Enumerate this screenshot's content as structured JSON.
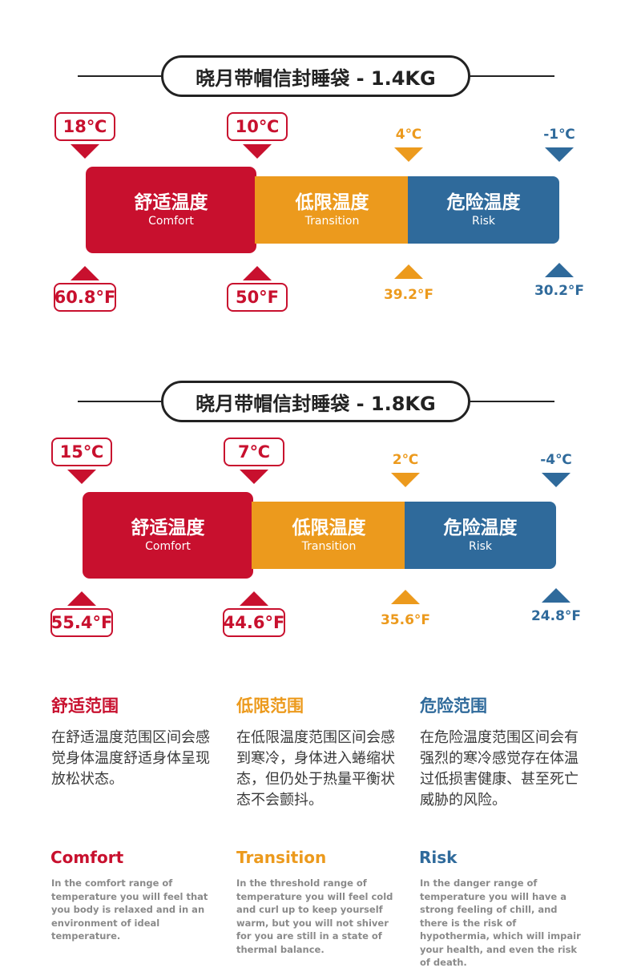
{
  "colors": {
    "comfort": "#c8102e",
    "transition": "#ec9a1d",
    "risk": "#2f6a9b",
    "dark": "#222222"
  },
  "charts": [
    {
      "title": "晓月带帽信封睡袋 - 1.4KG",
      "comfort_c": "18℃",
      "transition_c": "10℃",
      "risk_c": "4℃",
      "extreme_c": "-1℃",
      "comfort_f": "60.8°F",
      "transition_f": "50°F",
      "risk_f": "39.2°F",
      "extreme_f": "30.2°F",
      "comfort_cn": "舒适温度",
      "comfort_en": "Comfort",
      "transition_cn": "低限温度",
      "transition_en": "Transition",
      "risk_cn": "危险温度",
      "risk_en": "Risk"
    },
    {
      "title": "晓月带帽信封睡袋 - 1.8KG",
      "comfort_c": "15℃",
      "transition_c": "7℃",
      "risk_c": "2℃",
      "extreme_c": "-4℃",
      "comfort_f": "55.4°F",
      "transition_f": "44.6°F",
      "risk_f": "35.6°F",
      "extreme_f": "24.8°F",
      "comfort_cn": "舒适温度",
      "comfort_en": "Comfort",
      "transition_cn": "低限温度",
      "transition_en": "Transition",
      "risk_cn": "危险温度",
      "risk_en": "Risk"
    }
  ],
  "legend": [
    {
      "cn_title": "舒适范围",
      "cn_text": "在舒适温度范围区间会感觉身体温度舒适身体呈现放松状态。",
      "en_title": "Comfort",
      "en_text": "In the comfort range of temperature you will feel that you body is relaxed and in an environment of ideal temperature."
    },
    {
      "cn_title": "低限范围",
      "cn_text": "在低限温度范围区间会感到寒冷，身体进入蜷缩状态，但仍处于热量平衡状态不会颤抖。",
      "en_title": "Transition",
      "en_text": "In the threshold range of temperature you will feel cold and curl up to keep yourself warm, but you will not shiver for you are still in a state of thermal balance."
    },
    {
      "cn_title": "危险范围",
      "cn_text": "在危险温度范围区间会有强烈的寒冷感觉存在体温过低损害健康、甚至死亡威胁的风险。",
      "en_title": "Risk",
      "en_text": "In the danger range of temperature you will have a strong feeling of chill, and there is the risk of hypothermia, which will impair your health, and even the risk of death."
    }
  ]
}
